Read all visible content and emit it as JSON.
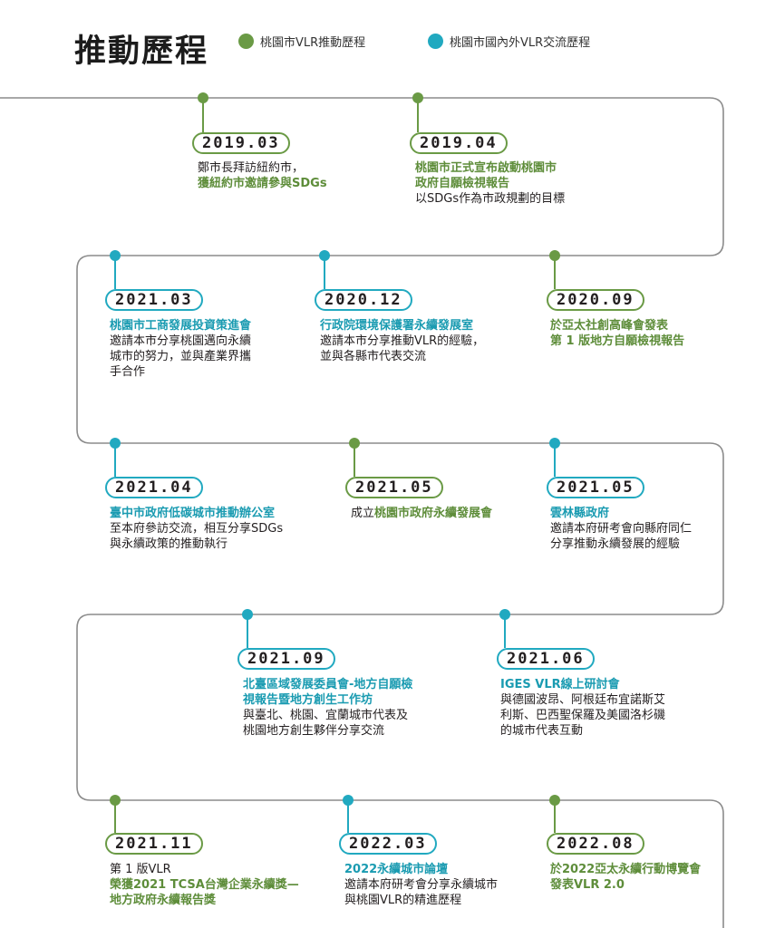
{
  "header": {
    "title": "推動歷程",
    "legend": [
      {
        "label": "桃園市VLR推動歷程",
        "color": "#6a9a45"
      },
      {
        "label": "桃園市國內外VLR交流歷程",
        "color": "#21a9c0"
      }
    ]
  },
  "colors": {
    "green": "#6a9a45",
    "teal": "#21a9c0",
    "track": "#8c8c8c"
  },
  "events": [
    {
      "date": "2019.03",
      "kind": "green",
      "lines": [
        {
          "t": "鄭市長拜訪紐約市，",
          "s": "plain"
        },
        {
          "t": "獲紐約市邀請參與SDGs",
          "s": "g"
        }
      ]
    },
    {
      "date": "2019.04",
      "kind": "green",
      "lines": [
        {
          "t": "桃園市正式宣布啟動桃園市",
          "s": "g"
        },
        {
          "t": "政府自願檢視報告",
          "s": "g"
        },
        {
          "t": "以SDGs作為市政規劃的目標",
          "s": "plain"
        }
      ]
    },
    {
      "date": "2021.03",
      "kind": "teal",
      "lines": [
        {
          "t": "桃園市工商發展投資策進會",
          "s": "t"
        },
        {
          "t": "邀請本市分享桃園邁向永續",
          "s": "plain"
        },
        {
          "t": "城市的努力，並與產業界攜",
          "s": "plain"
        },
        {
          "t": "手合作",
          "s": "plain"
        }
      ]
    },
    {
      "date": "2020.12",
      "kind": "teal",
      "lines": [
        {
          "t": "行政院環境保護署永續發展室",
          "s": "t"
        },
        {
          "t": "邀請本市分享推動VLR的經驗，",
          "s": "plain"
        },
        {
          "t": "並與各縣市代表交流",
          "s": "plain"
        }
      ]
    },
    {
      "date": "2020.09",
      "kind": "green",
      "lines": [
        {
          "t": "於亞太社創高峰會發表",
          "s": "g"
        },
        {
          "t": "第 1 版地方自願檢視報告",
          "s": "g"
        }
      ]
    },
    {
      "date": "2021.04",
      "kind": "teal",
      "lines": [
        {
          "t": "臺中市政府低碳城市推動辦公室",
          "s": "t"
        },
        {
          "t": "至本府參訪交流，相互分享SDGs",
          "s": "plain"
        },
        {
          "t": "與永續政策的推動執行",
          "s": "plain"
        }
      ]
    },
    {
      "date": "2021.05",
      "kind": "green",
      "lines": [
        {
          "t": "成立",
          "s": "plain",
          "inline": true
        },
        {
          "t": "桃園市政府永續發展會",
          "s": "g"
        }
      ]
    },
    {
      "date": "2021.05",
      "kind": "teal",
      "lines": [
        {
          "t": "雲林縣政府",
          "s": "t"
        },
        {
          "t": "邀請本府研考會向縣府同仁",
          "s": "plain"
        },
        {
          "t": "分享推動永續發展的經驗",
          "s": "plain"
        }
      ]
    },
    {
      "date": "2021.09",
      "kind": "teal",
      "lines": [
        {
          "t": "北臺區域發展委員會-地方自願檢",
          "s": "t"
        },
        {
          "t": "視報告暨地方創生工作坊",
          "s": "t"
        },
        {
          "t": "與臺北、桃園、宜蘭城市代表及",
          "s": "plain"
        },
        {
          "t": "桃園地方創生夥伴分享交流",
          "s": "plain"
        }
      ]
    },
    {
      "date": "2021.06",
      "kind": "teal",
      "lines": [
        {
          "t": "IGES VLR線上研討會",
          "s": "t"
        },
        {
          "t": "與德國波昂、阿根廷布宜諾斯艾",
          "s": "plain"
        },
        {
          "t": "利斯、巴西聖保羅及美國洛杉磯",
          "s": "plain"
        },
        {
          "t": "的城市代表互動",
          "s": "plain"
        }
      ]
    },
    {
      "date": "2021.11",
      "kind": "green",
      "lines": [
        {
          "t": "第 1 版VLR",
          "s": "plain"
        },
        {
          "t": "榮獲2021  TCSA台灣企業永續獎—",
          "s": "g"
        },
        {
          "t": "地方政府永續報告獎",
          "s": "g"
        }
      ]
    },
    {
      "date": "2022.03",
      "kind": "teal",
      "lines": [
        {
          "t": "2022永續城市論壇",
          "s": "t"
        },
        {
          "t": "邀請本府研考會分享永續城市",
          "s": "plain"
        },
        {
          "t": "與桃園VLR的精進歷程",
          "s": "plain"
        }
      ]
    },
    {
      "date": "2022.08",
      "kind": "green",
      "lines": [
        {
          "t": "於2022亞太永續行動博覽會",
          "s": "g"
        },
        {
          "t": "發表VLR 2.0",
          "s": "g"
        }
      ]
    }
  ]
}
